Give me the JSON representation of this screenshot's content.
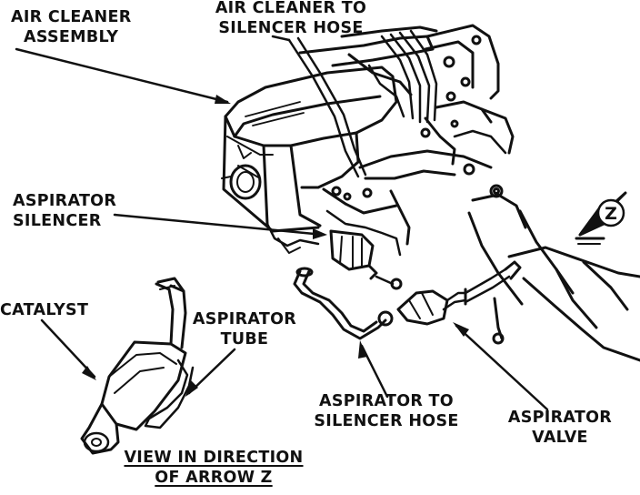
{
  "labels": {
    "air_cleaner_assembly": [
      "AIR CLEANER",
      "ASSEMBLY"
    ],
    "air_cleaner_to_silencer_hose": [
      "AIR CLEANER TO",
      "SILENCER HOSE"
    ],
    "aspirator_silencer": [
      "ASPIRATOR",
      "SILENCER"
    ],
    "catalyst": "CATALYST",
    "aspirator_tube": [
      "ASPIRATOR",
      "TUBE"
    ],
    "aspirator_to_silencer_hose": [
      "ASPIRATOR TO",
      "SILENCER HOSE"
    ],
    "aspirator_valve": [
      "ASPIRATOR",
      "VALVE"
    ],
    "view_direction": [
      "VIEW IN DIRECTION",
      "OF ARROW Z"
    ],
    "arrow_marker": "Z"
  },
  "colors": {
    "ink": "#111111",
    "paper": "#ffffff"
  }
}
